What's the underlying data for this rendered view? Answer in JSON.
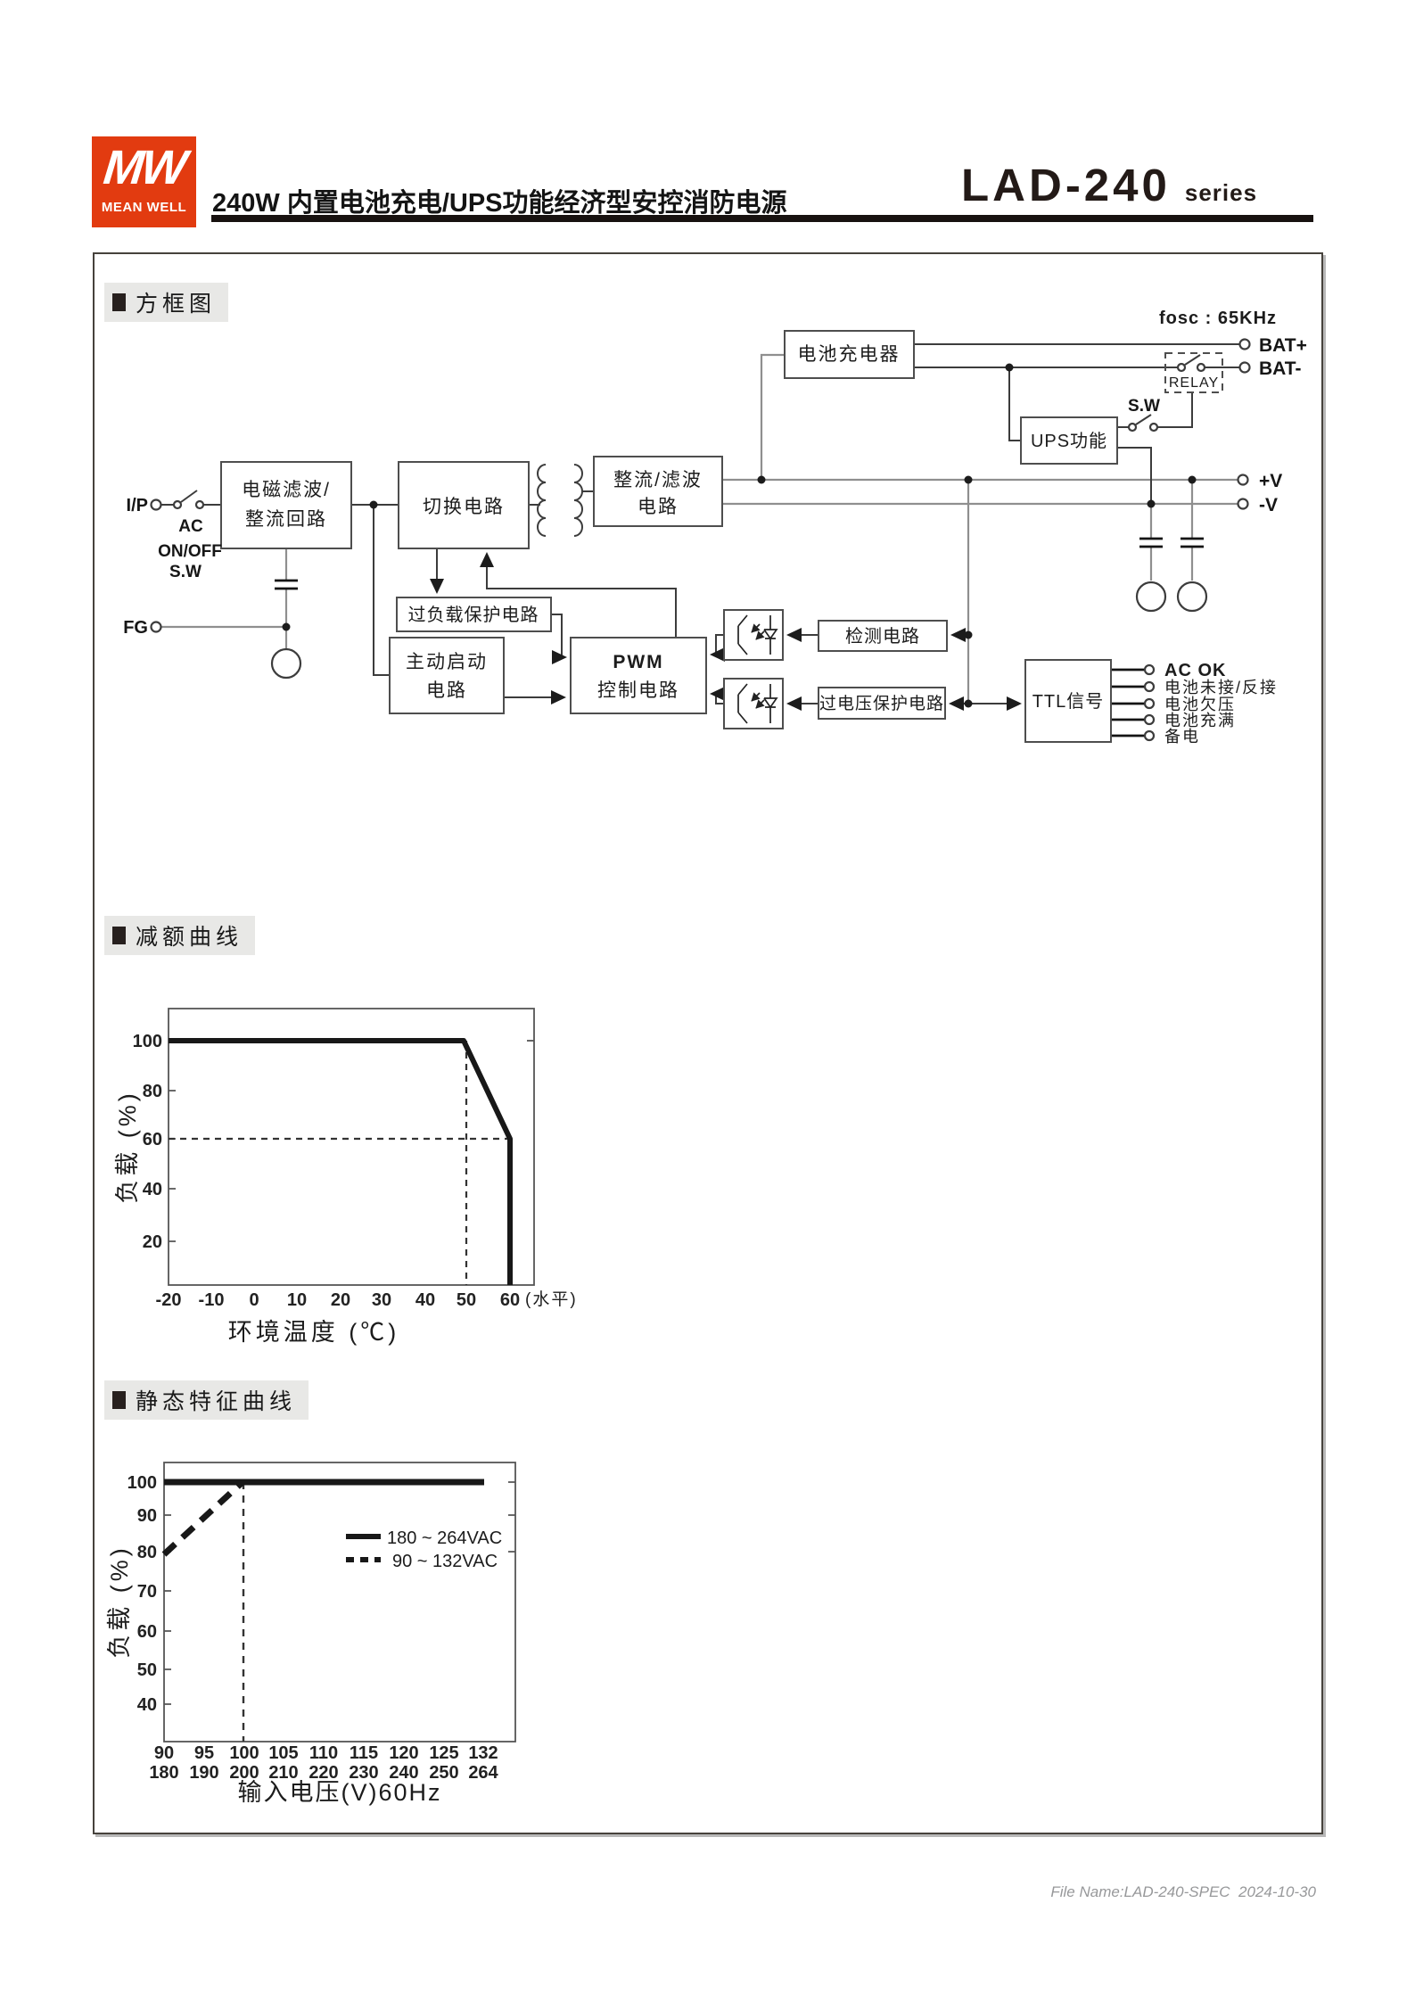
{
  "header": {
    "logo_mw": "MW",
    "logo_brand": "MEAN WELL",
    "title": "240W 内置电池充电/UPS功能经济型安控消防电源",
    "model": "LAD-240",
    "series_label": "series"
  },
  "sections": {
    "block_diagram": "方框图",
    "derating_curve": "减额曲线",
    "static_curve": "静态特征曲线"
  },
  "diagram": {
    "fosc_label": "fosc : 65KHz",
    "blocks": {
      "charger": "电池充电器",
      "emi_line1": "电磁滤波/",
      "emi_line2": "整流回路",
      "switching": "切换电路",
      "rect_line1": "整流/滤波",
      "rect_line2": "电路",
      "overload": "过负载保护电路",
      "start_line1": "主动启动",
      "start_line2": "电路",
      "pwm_line1": "PWM",
      "pwm_line2": "控制电路",
      "detection": "检测电路",
      "ovp": "过电压保护电路",
      "ups": "UPS功能",
      "relay": "RELAY",
      "ttl": "TTL信号"
    },
    "terminals": {
      "ip": "I/P",
      "fg": "FG",
      "bat_plus": "BAT+",
      "bat_minus": "BAT-",
      "v_plus": "+V",
      "v_minus": "-V"
    },
    "switch_labels": {
      "ac": "AC",
      "onoff": "ON/OFF",
      "sw": "S.W",
      "sw_battery": "S.W"
    },
    "ttl_outputs": [
      "AC OK",
      "电池未接/反接",
      "电池欠压",
      "电池充满",
      "备电"
    ]
  },
  "chart_data": [
    {
      "type": "line",
      "title": "减额曲线",
      "xlabel": "环境温度 (℃)",
      "ylabel": "负载 (%)",
      "x_ticks": [
        "-20",
        "-10",
        "0",
        "10",
        "20",
        "30",
        "40",
        "50",
        "60"
      ],
      "x_axis_suffix": "(水平)",
      "y_ticks": [
        "100",
        "80",
        "60",
        "40",
        "20"
      ],
      "xlim": [
        -20,
        65
      ],
      "ylim": [
        0,
        110
      ],
      "grid": false,
      "legend_position": "none",
      "series": [
        {
          "name": "load_vs_ambient_temperature",
          "style": "solid",
          "points_x": [
            -20,
            50,
            60,
            60
          ],
          "points_y": [
            100,
            100,
            60,
            0
          ]
        }
      ],
      "guides": {
        "dashed_vertical_x": 50,
        "dashed_horizontal_y": 60
      }
    },
    {
      "type": "line",
      "title": "静态特征曲线",
      "xlabel": "输入电压(V)60Hz",
      "ylabel": "负载 (%)",
      "x_ticks_row1": [
        "90",
        "95",
        "100",
        "105",
        "110",
        "115",
        "120",
        "125",
        "132"
      ],
      "x_ticks_row2": [
        "180",
        "190",
        "200",
        "210",
        "220",
        "230",
        "240",
        "250",
        "264"
      ],
      "y_ticks": [
        "100",
        "90",
        "80",
        "70",
        "60",
        "50",
        "40"
      ],
      "ylim": [
        30,
        105
      ],
      "grid": false,
      "legend_position": "upper-right-inside",
      "legend": [
        {
          "label": "180 ~ 264VAC",
          "style": "solid"
        },
        {
          "label": "90 ~ 132VAC",
          "style": "dashed"
        }
      ],
      "series": [
        {
          "name": "180 ~ 264VAC",
          "style": "solid",
          "points_x": [
            180,
            264
          ],
          "points_y": [
            100,
            100
          ]
        },
        {
          "name": "90 ~ 132VAC",
          "style": "dashed",
          "points_x": [
            90,
            100,
            132
          ],
          "points_y": [
            80,
            100,
            100
          ]
        }
      ],
      "guides": {
        "dashed_vertical_x": 100
      }
    }
  ],
  "footer": {
    "file_info": "File Name:LAD-240-SPEC  2024-10-30"
  }
}
